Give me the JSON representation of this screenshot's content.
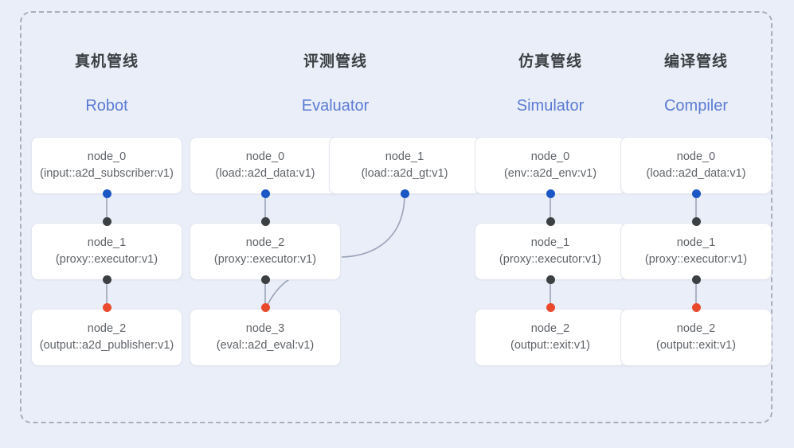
{
  "diagram": {
    "background_color": "#eaeef8",
    "frame_style": "dashed",
    "frame_color": "#a8aeba",
    "port_colors": {
      "output": "#1a56c4",
      "link": "#3c4043",
      "terminal": "#ea4a2c"
    },
    "edge_color": "#9aa3b8"
  },
  "columns": [
    {
      "id": "robot",
      "cn_title": "真机管线",
      "en_title": "Robot",
      "nodes": [
        {
          "name": "node_0",
          "spec": "(input::a2d_subscriber:v1)"
        },
        {
          "name": "node_1",
          "spec": "(proxy::executor:v1)"
        },
        {
          "name": "node_2",
          "spec": "(output::a2d_publisher:v1)"
        }
      ]
    },
    {
      "id": "evaluator",
      "cn_title": "评测管线",
      "en_title": "Evaluator",
      "nodes": [
        {
          "name": "node_0",
          "spec": "(load::a2d_data:v1)"
        },
        {
          "name": "node_1",
          "spec": "(load::a2d_gt:v1)"
        },
        {
          "name": "node_2",
          "spec": "(proxy::executor:v1)"
        },
        {
          "name": "node_3",
          "spec": "(eval::a2d_eval:v1)"
        }
      ]
    },
    {
      "id": "simulator",
      "cn_title": "仿真管线",
      "en_title": "Simulator",
      "nodes": [
        {
          "name": "node_0",
          "spec": "(env::a2d_env:v1)"
        },
        {
          "name": "node_1",
          "spec": "(proxy::executor:v1)"
        },
        {
          "name": "node_2",
          "spec": "(output::exit:v1)"
        }
      ]
    },
    {
      "id": "compiler",
      "cn_title": "编译管线",
      "en_title": "Compiler",
      "nodes": [
        {
          "name": "node_0",
          "spec": "(load::a2d_data:v1)"
        },
        {
          "name": "node_1",
          "spec": "(proxy::executor:v1)"
        },
        {
          "name": "node_2",
          "spec": "(output::exit:v1)"
        }
      ]
    }
  ]
}
